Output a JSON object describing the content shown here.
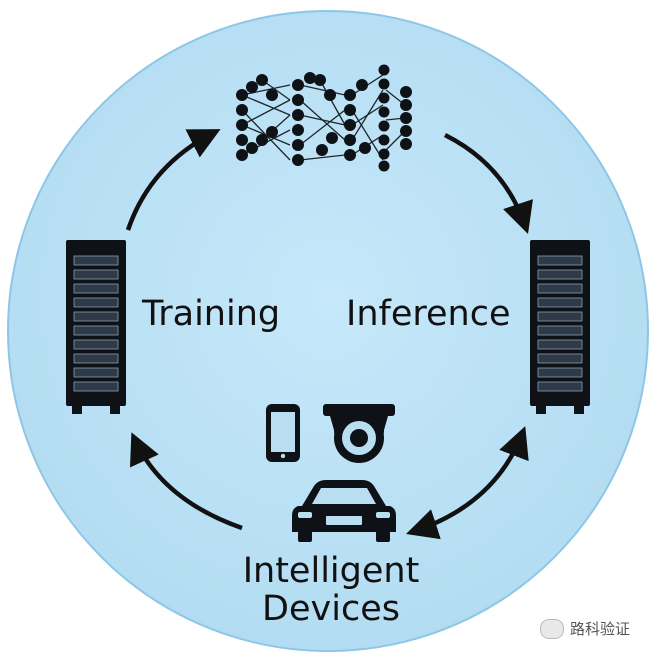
{
  "diagram": {
    "nodes": {
      "training": {
        "label": "Training",
        "icon": "server-rack-icon"
      },
      "neural_network": {
        "icon": "neural-network-icon"
      },
      "inference": {
        "label": "Inference",
        "icon": "server-rack-icon"
      },
      "devices": {
        "label": "Intelligent Devices",
        "icons": [
          "smartphone-icon",
          "security-camera-icon",
          "car-icon"
        ]
      }
    },
    "edges": [
      {
        "from": "training",
        "to": "neural_network"
      },
      {
        "from": "neural_network",
        "to": "inference"
      },
      {
        "from": "inference",
        "to": "devices",
        "bidirectional": true
      },
      {
        "from": "devices",
        "to": "training"
      }
    ]
  },
  "watermark": {
    "text": "路科验证",
    "icon": "wechat-icon"
  },
  "colors": {
    "circle_fill": "#bfe3f7",
    "circle_stroke": "#8ec7e6",
    "icon": "#0e1116"
  }
}
